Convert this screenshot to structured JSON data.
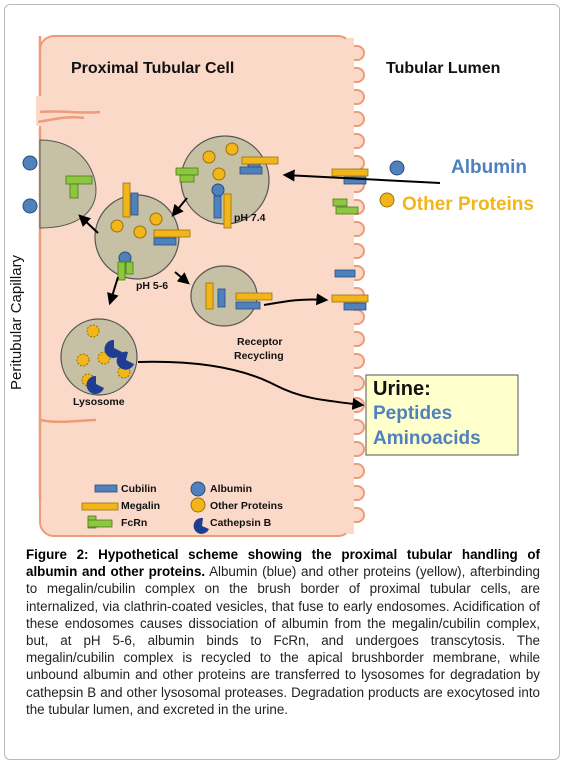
{
  "labels": {
    "cell": "Proximal Tubular Cell",
    "lumen": "Tubular Lumen",
    "capillary": "Peritubular Capillary",
    "ph_74": "pH 7.4",
    "ph_56": "pH 5-6",
    "receptor_recycling_1": "Receptor",
    "receptor_recycling_2": "Recycling",
    "lysosome": "Lysosome",
    "albumin_big": "Albumin",
    "other_proteins_big": "Other Proteins",
    "urine_title": "Urine:",
    "urine_peptides": "Peptides",
    "urine_aminoacids": "Aminoacids"
  },
  "legend": {
    "cubilin": "Cubilin",
    "megalin": "Megalin",
    "fcrn": "FcRn",
    "albumin": "Albumin",
    "other_proteins": "Other Proteins",
    "cathepsin_b": "Cathepsin B"
  },
  "caption": {
    "title": "Figure 2: Hypothetical scheme showing the proximal tubular handling of albumin and other proteins.",
    "body": "Albumin (blue) and other proteins (yellow), afterbinding to megalin/cubilin complex on the brush border of proximal tubular cells, are internalized, via clathrin-coated vesicles, that fuse to early endosomes. Acidification of these endosomes causes dissociation of albumin from the megalin/cubilin complex, but, at pH 5-6, albumin binds to FcRn, and undergoes transcytosis. The megalin/cubilin complex is recycled to the apical brushborder membrane, while unbound albumin and other proteins are transferred to lysosomes for degradation by cathepsin B and other lysosomal proteases. Degradation products are exocytosed into the tubular lumen, and excreted in the urine."
  },
  "colors": {
    "cell_fill": "#fbd9c9",
    "cell_border": "#ee9b78",
    "endosome_fill": "#c6c0a4",
    "albumin": "#4f81bd",
    "other_protein": "#f2b61a",
    "cubilin": "#4f81bd",
    "megalin": "#f2b61a",
    "fcrn": "#8dc63f",
    "cathepsin": "#1f3e93",
    "urine_box": "#ffffcc",
    "urine_text": "#4f81bd",
    "arrow": "#000000"
  }
}
